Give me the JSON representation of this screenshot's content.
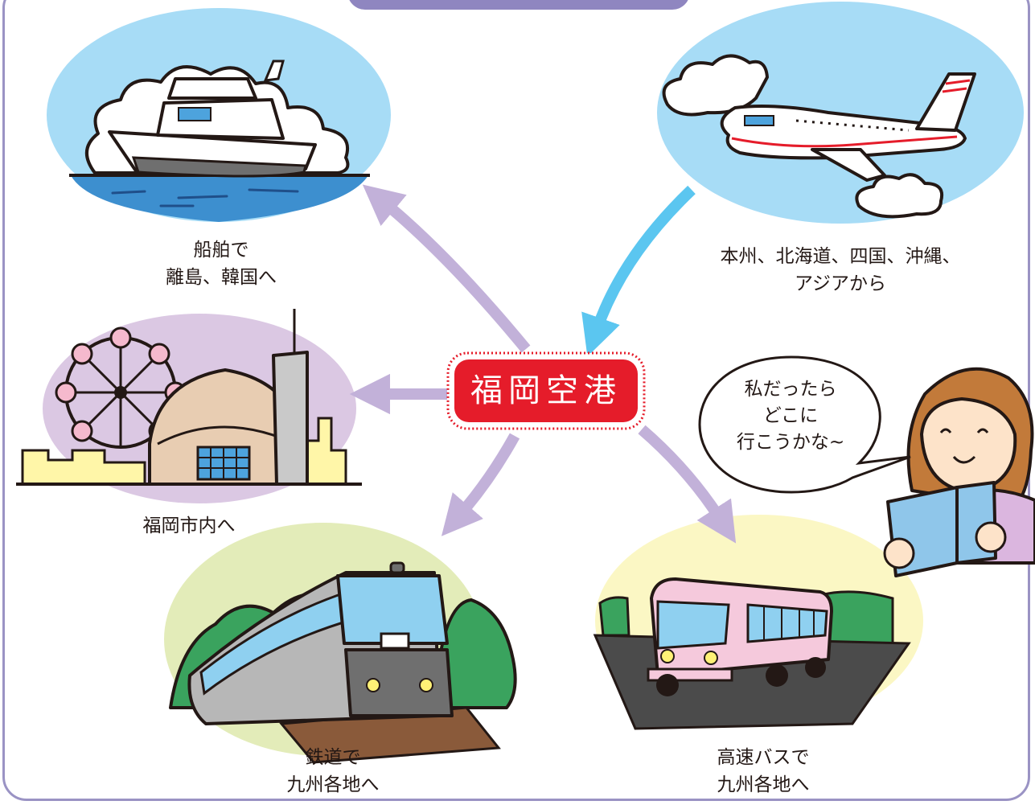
{
  "header": {
    "title": ""
  },
  "hub": {
    "label": "福岡空港"
  },
  "destinations": [
    {
      "id": "ship",
      "lines": [
        "船舶で",
        "離島、韓国へ"
      ]
    },
    {
      "id": "plane",
      "lines": [
        "本州、北海道、四国、沖縄、",
        "アジアから"
      ]
    },
    {
      "id": "city",
      "lines": [
        "福岡市内へ"
      ]
    },
    {
      "id": "train",
      "lines": [
        "鉄道で",
        "九州各地へ"
      ]
    },
    {
      "id": "bus",
      "lines": [
        "高速バスで",
        "九州各地へ"
      ]
    }
  ],
  "speech_bubble": {
    "lines": [
      "私だったら",
      "どこに",
      "行こうかな~"
    ]
  },
  "colors": {
    "frame": "#9a93c4",
    "header": "#8f86c0",
    "hub_red": "#e51c2a",
    "arrow_out": "#c2b1d9",
    "arrow_in": "#5bc6f0",
    "sky_blue": "#a7dcf6",
    "city_lilac": "#dbc8e3",
    "train_green": "#e3ecb9",
    "bus_yellow": "#fbf7c4"
  }
}
